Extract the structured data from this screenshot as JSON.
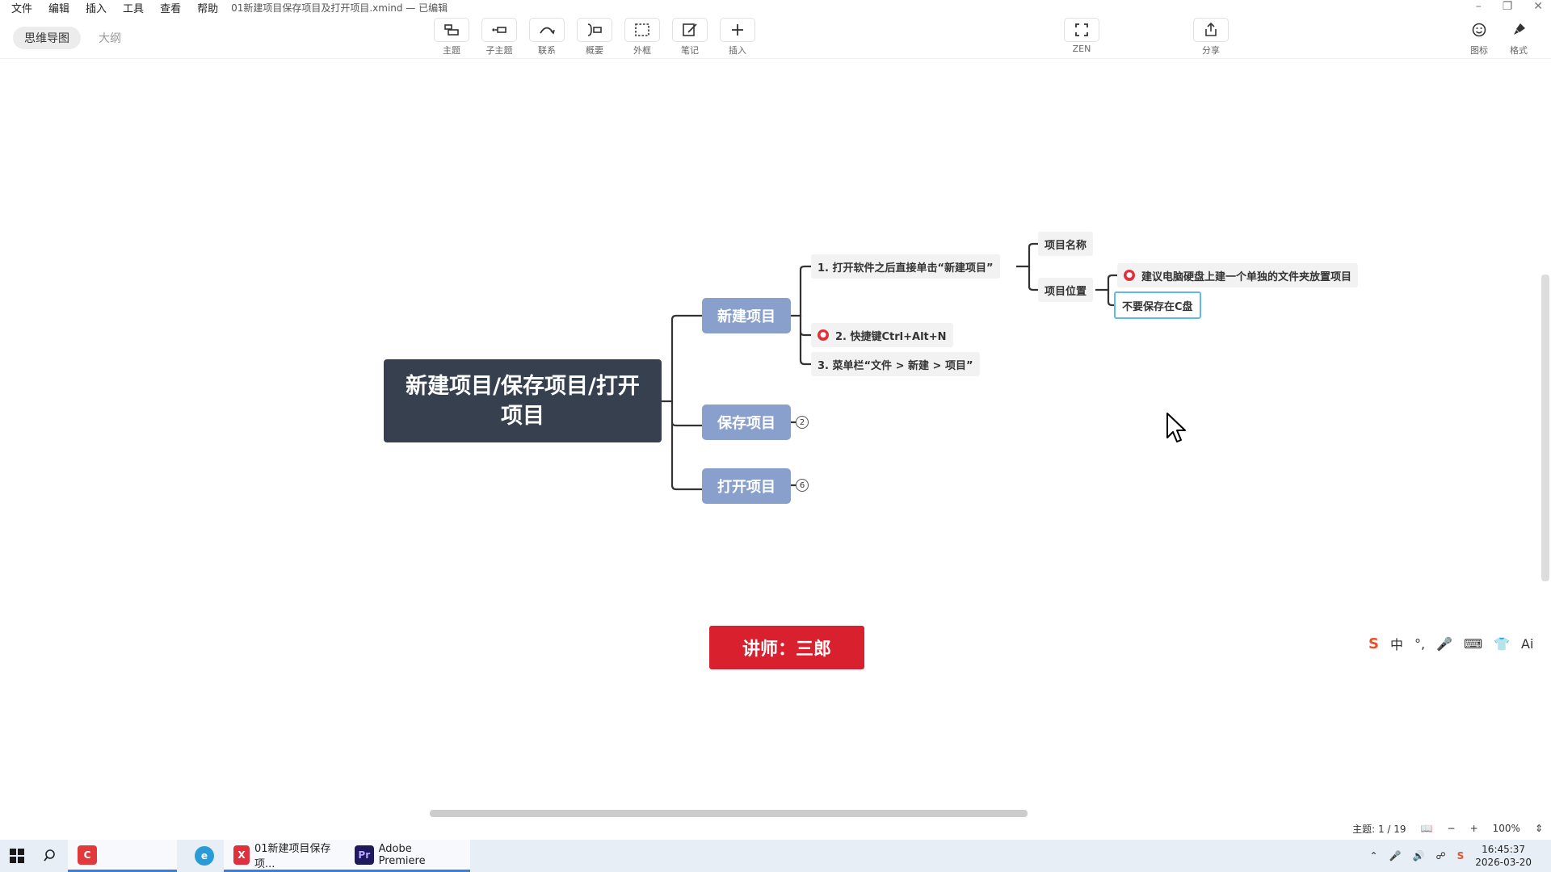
{
  "menu": {
    "items": [
      "文件",
      "编辑",
      "插入",
      "工具",
      "查看",
      "帮助"
    ],
    "doc_title": "01新建项目保存项目及打开项目.xmind — 已编辑"
  },
  "view_tabs": {
    "mindmap": "思维导图",
    "outline": "大纲"
  },
  "toolbar": {
    "topic": "主题",
    "subtopic": "子主题",
    "relation": "联系",
    "summary": "概要",
    "boundary": "外框",
    "note": "笔记",
    "insert": "插入",
    "zen": "ZEN",
    "share": "分享",
    "icon": "图标",
    "format": "格式"
  },
  "mindmap": {
    "central": "新建项目/保存项目/打开项目",
    "new_project": {
      "label": "新建项目",
      "step1": "1. 打开软件之后直接单击“新建项目”",
      "step2": "2. 快捷键Ctrl+Alt+N",
      "step3": "3. 菜单栏“文件 > 新建 > 项目”",
      "name": "项目名称",
      "location": "项目位置",
      "tip": "建议电脑硬盘上建一个单独的文件夹放置项目",
      "warn": "不要保存在C盘"
    },
    "save_project": {
      "label": "保存项目",
      "count": "2"
    },
    "open_project": {
      "label": "打开项目",
      "count": "6"
    }
  },
  "lecturer": "讲师：三郎",
  "ime": {
    "lang": "中",
    "ai": "Ai"
  },
  "status": {
    "topic_count": "主题: 1 / 19",
    "zoom": "100%"
  },
  "taskbar": {
    "xmind_label": "01新建项目保存项...",
    "premiere_label": "Adobe Premiere",
    "time": "16:45:37",
    "date": "2026-03-20"
  },
  "colors": {
    "central_bg": "#36404f",
    "main_topic_bg": "#8aa0cc",
    "lecturer_bg": "#d9202e",
    "marker_red": "#e0303c",
    "selection": "#60b8f0"
  }
}
